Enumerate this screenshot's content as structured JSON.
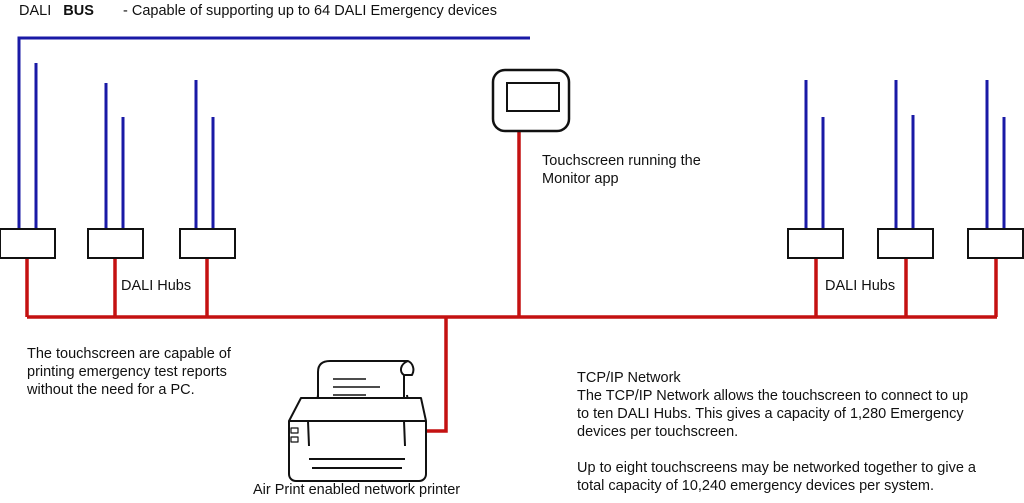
{
  "dali_bus": {
    "label": "DALI",
    "label_bold": "BUS",
    "note": "- Capable of supporting up to 64 DALI Emergency devices",
    "color": "#1a1aa6"
  },
  "network": {
    "color": "#c41111"
  },
  "hubs_left": {
    "label": "DALI Hubs"
  },
  "hubs_right": {
    "label": "DALI Hubs"
  },
  "touchscreen": {
    "label_lines": [
      "Touchscreen running the",
      "Monitor app"
    ]
  },
  "printing_note": {
    "lines": [
      "The touchscreen are capable of",
      "printing emergency test reports",
      "without the need for a PC."
    ]
  },
  "tcp_note": {
    "lines": [
      "TCP/IP Network",
      "The TCP/IP Network allows the touchscreen to connect to up",
      "to ten DALI Hubs. This gives a capacity of 1,280 Emergency",
      "devices per touchscreen.",
      "",
      "Up to eight touchscreens may be networked together to give a",
      "total capacity of 10,240 emergency devices per system."
    ]
  },
  "printer": {
    "label": "Air Print enabled network printer"
  },
  "icons": [
    "touchscreen-icon",
    "printer-icon",
    "dali-hub-icon"
  ]
}
